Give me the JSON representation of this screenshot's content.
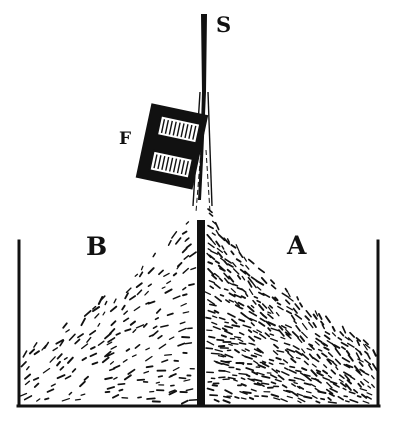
{
  "figure": {
    "labels": {
      "s": "S",
      "f": "F",
      "b": "B",
      "a": "A"
    },
    "colors": {
      "ink": "#111111",
      "paper": "#ffffff"
    }
  }
}
